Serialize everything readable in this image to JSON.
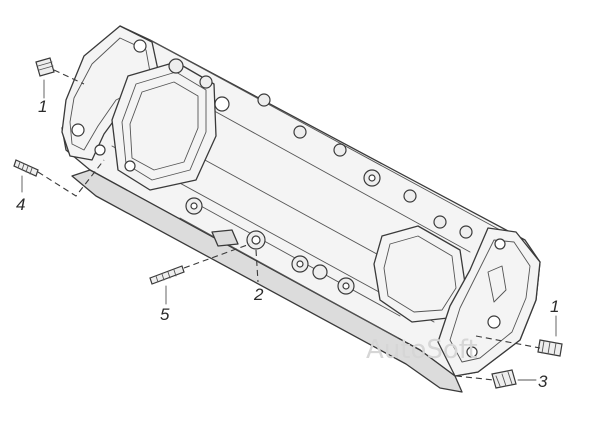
{
  "callouts": {
    "stud_1_left": "1",
    "stud_1_right": "1",
    "plug_2": "2",
    "plug_3": "3",
    "stud_4": "4",
    "stud_5": "5"
  },
  "watermark": "AutoSoft"
}
